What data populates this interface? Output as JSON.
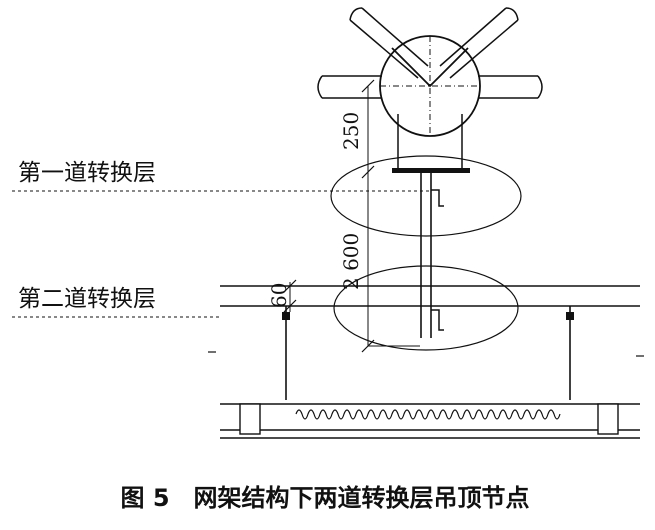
{
  "labels": {
    "layer1": "第一道转换层",
    "layer2": "第二道转换层"
  },
  "dimensions": {
    "d250": "250",
    "d2600": "2 600",
    "d60": "60"
  },
  "caption": "图 5　网架结构下两道转换层吊顶节点",
  "colors": {
    "ink": "#111111",
    "background": "#ffffff"
  }
}
